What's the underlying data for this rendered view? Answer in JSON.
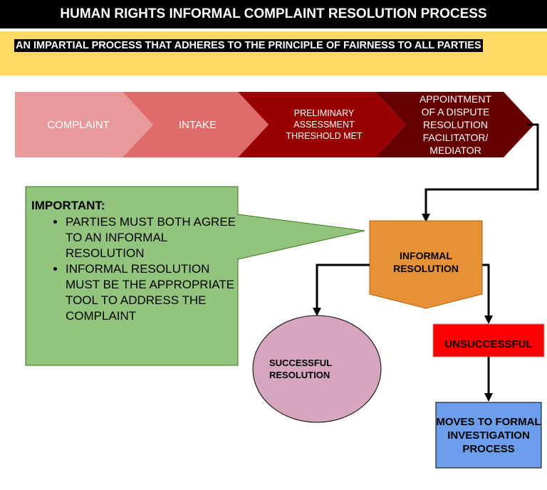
{
  "title": "HUMAN RIGHTS INFORMAL COMPLAINT RESOLUTION PROCESS",
  "subtitle": "AN  IMPARTIAL PROCESS THAT ADHERES TO THE PRINCIPLE OF FAIRNESS TO ALL PARTIES",
  "steps": [
    {
      "label": "COMPLAINT",
      "color": "#e89a9a"
    },
    {
      "label": "INTAKE",
      "color": "#df6b6b"
    },
    {
      "label": "PRELIMINARY ASSESSMENT THRESHOLD MET",
      "color": "#990000"
    },
    {
      "label": "APPOINTMENT OF A DISPUTE RESOLUTION FACILITATOR/ MEDIATOR",
      "color": "#660000"
    }
  ],
  "important": {
    "heading": "IMPORTANT:",
    "items": [
      "PARTIES MUST BOTH AGREE TO AN INFORMAL RESOLUTION",
      "INFORMAL RESOLUTION MUST BE THE APPROPRIATE TOOL TO ADDRESS THE COMPLAINT"
    ],
    "color": "#93c47d"
  },
  "nodes": {
    "informal": {
      "label": "INFORMAL RESOLUTION",
      "color": "#e69138"
    },
    "successful": {
      "label": "SUCCESSFUL RESOLUTION",
      "color": "#d5a6bd"
    },
    "unsuccessful": {
      "label": "UNSUCCESSFUL",
      "color": "#ff0000"
    },
    "formal": {
      "label": "MOVES TO FORMAL INVESTIGATION PROCESS",
      "color": "#6d9eeb"
    }
  },
  "colors": {
    "title_bg": "#000000",
    "subtitle_band": "#ffd966"
  }
}
